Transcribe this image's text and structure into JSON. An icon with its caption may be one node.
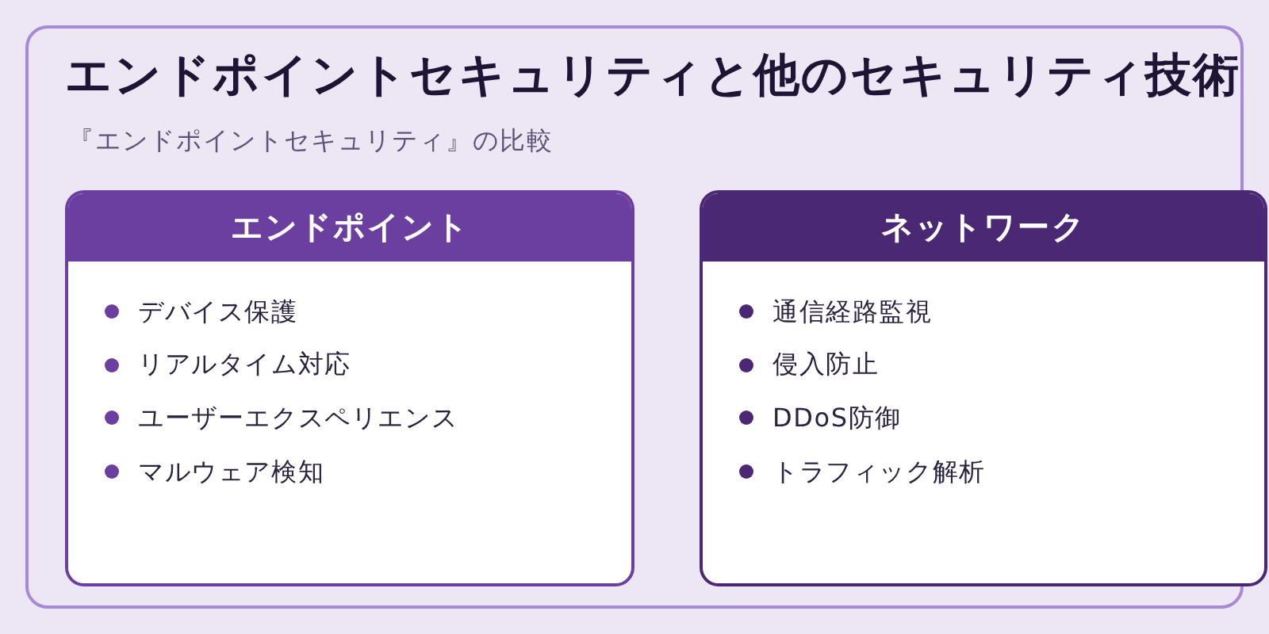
{
  "diagram": {
    "title": "エンドポイントセキュリティと他のセキュリティ技術",
    "nodes": [
      {
        "text": [
          "エンドポイント",
          "デバイス保護",
          "リアルタイム対応",
          "ユーザーエクスペリエンス",
          "マルウェア検知"
        ]
      },
      {
        "text": [
          "ネットワーク",
          "通信経路監視",
          "侵入防止",
          "DDoS防御",
          "トラフィック解析"
        ]
      }
    ],
    "labels": [
      "『エンドポイントセキュリティ』の比較"
    ]
  }
}
